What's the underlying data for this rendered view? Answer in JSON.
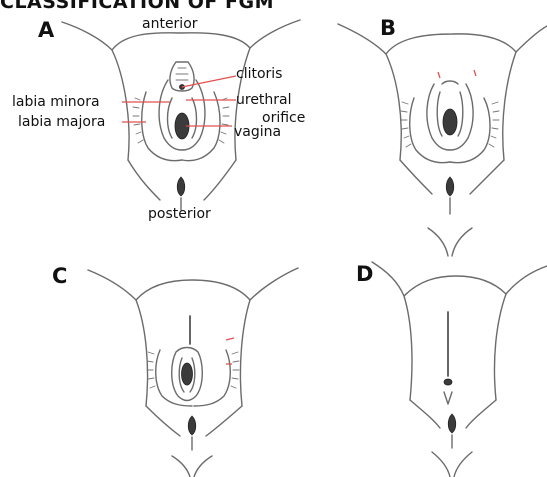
{
  "header": {
    "partial_title": "CLASSIFICATION OF FGM"
  },
  "panels": {
    "a": {
      "letter": "A",
      "labels": {
        "anterior": "anterior",
        "posterior": "posterior",
        "clitoris": "clitoris",
        "urethral": "urethral",
        "orifice": "orifice",
        "vagina": "vagina",
        "labia_minora": "labia minora",
        "labia_majora": "labia majora"
      }
    },
    "b": {
      "letter": "B"
    },
    "c": {
      "letter": "C"
    },
    "d": {
      "letter": "D"
    }
  },
  "colors": {
    "line": "#6b6b6b",
    "pointer": "#e0524f",
    "dark_fill": "#3b3b3b"
  }
}
